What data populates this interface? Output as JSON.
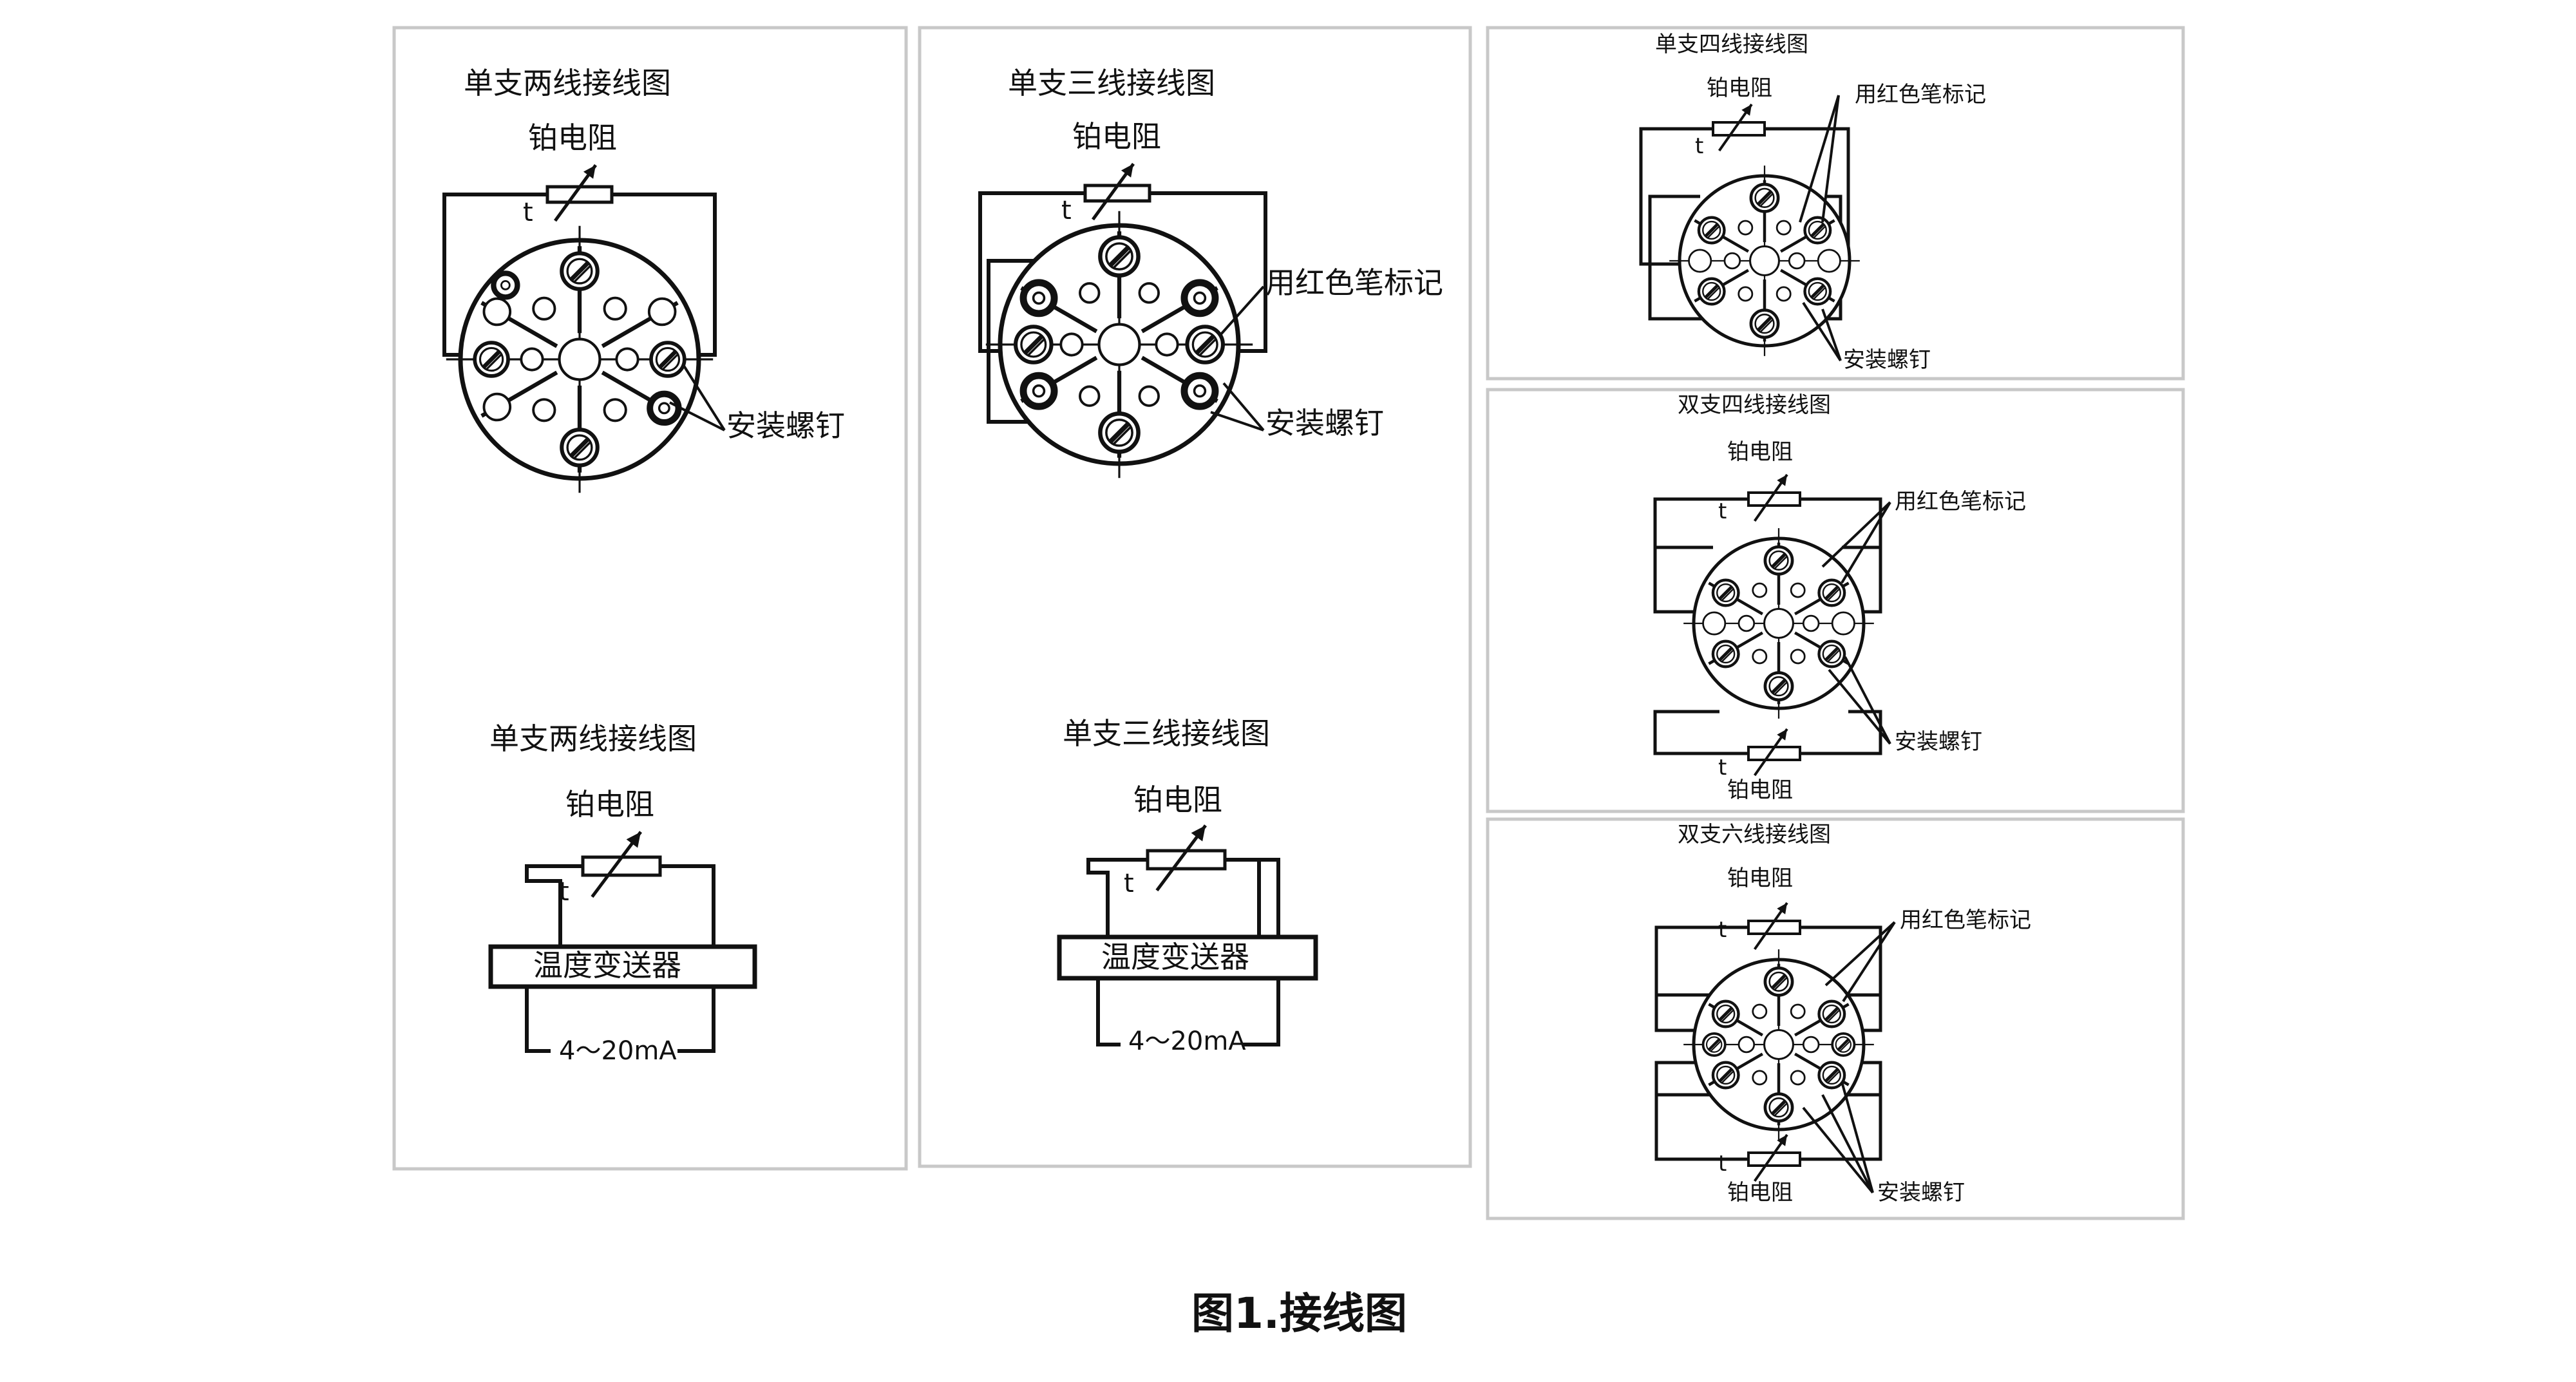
{
  "panels": {
    "p1": {
      "top_title": "单支两线接线图",
      "top_rtd": "铂电阻",
      "top_t": "t",
      "top_screw": "安装螺钉",
      "bottom_title": "单支两线接线图",
      "bottom_rtd": "铂电阻",
      "bottom_t": "t",
      "bottom_box": "温度变送器",
      "bottom_output": "4～20mA"
    },
    "p2": {
      "top_title": "单支三线接线图",
      "top_rtd": "铂电阻",
      "top_t": "t",
      "top_red": "用红色笔标记",
      "top_screw": "安装螺钉",
      "bottom_title": "单支三线接线图",
      "bottom_rtd": "铂电阻",
      "bottom_t": "t",
      "bottom_box": "温度变送器",
      "bottom_output": "4～20mA"
    },
    "p3": {
      "title": "单支四线接线图",
      "rtd": "铂电阻",
      "t": "t",
      "red": "用红色笔标记",
      "screw": "安装螺钉"
    },
    "p4": {
      "title": "双支四线接线图",
      "rtd_top": "铂电阻",
      "t_top": "t",
      "red": "用红色笔标记",
      "screw": "安装螺钉",
      "t_bottom": "t",
      "rtd_bottom": "铂电阻"
    },
    "p5": {
      "title": "双支六线接线图",
      "rtd_top": "铂电阻",
      "t_top": "t",
      "red": "用红色笔标记",
      "t_bottom": "t",
      "rtd_bottom": "铂电阻",
      "screw": "安装螺钉"
    }
  },
  "caption": "图1.接线图"
}
